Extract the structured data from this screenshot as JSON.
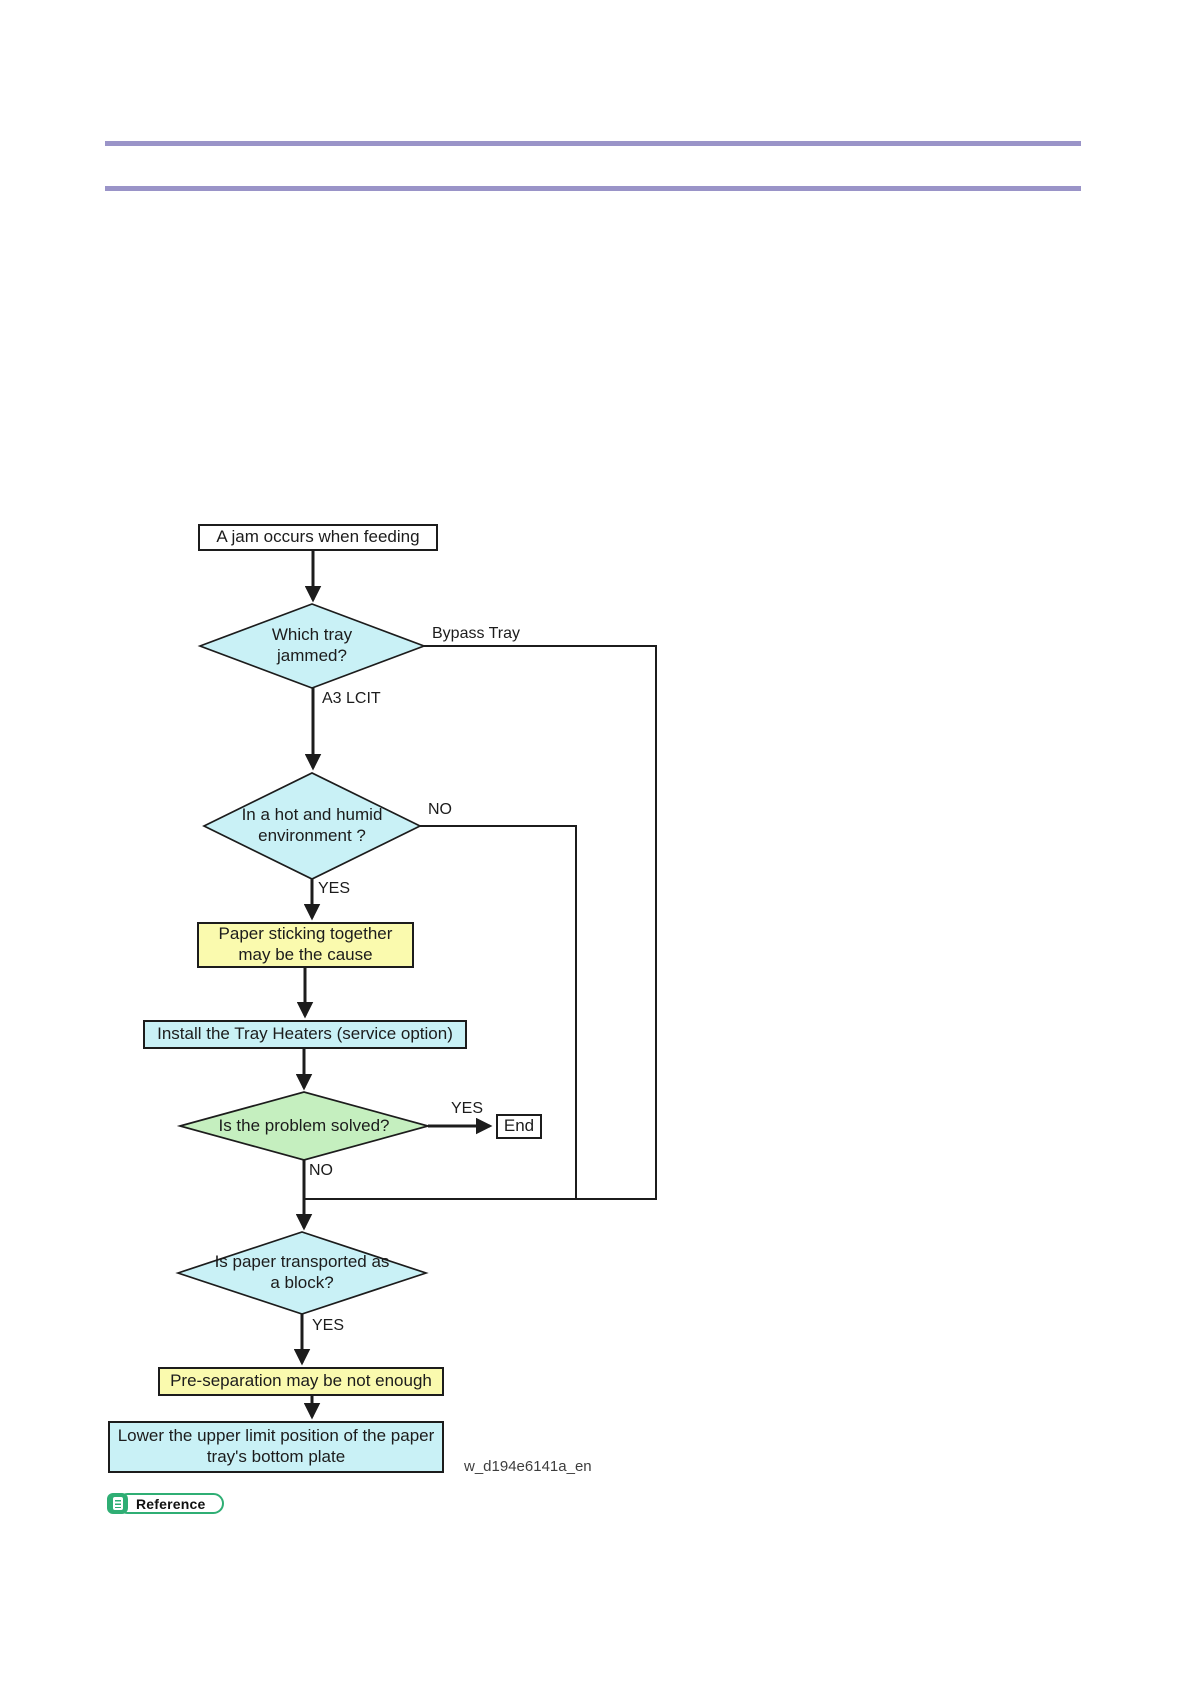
{
  "page": {
    "background": "#ffffff",
    "header_rule_color": "#9a94c8"
  },
  "flowchart": {
    "colors": {
      "decision_fill": "#c9f1f6",
      "process_cyan_fill": "#c9f1f6",
      "cause_yellow_fill": "#fafaae",
      "solved_decision_fill": "#c5efbf",
      "terminator_fill": "#ffffff",
      "line_color": "#1c1c1c"
    },
    "nodes": {
      "start": {
        "text": "A jam occurs when feeding"
      },
      "which_tray": {
        "line1": "Which tray",
        "line2": "jammed?"
      },
      "hot_humid": {
        "line1": "In a hot and humid",
        "line2": "environment ?"
      },
      "paper_sticking": {
        "line1": "Paper sticking together",
        "line2": "may be the cause"
      },
      "install_heaters": {
        "text": "Install the Tray Heaters (service option)"
      },
      "problem_solved": {
        "text": "Is the problem solved?"
      },
      "end": {
        "text": "End"
      },
      "paper_block": {
        "line1": "Is paper transported as",
        "line2": "a block?"
      },
      "pre_separation": {
        "text": "Pre-separation may be not enough"
      },
      "lower_plate": {
        "line1": "Lower the upper limit position of the paper",
        "line2": "tray's bottom plate"
      }
    },
    "edge_labels": {
      "bypass_tray": "Bypass Tray",
      "a3_lcit": "A3 LCIT",
      "hot_humid_no": "NO",
      "hot_humid_yes": "YES",
      "solved_yes": "YES",
      "solved_no": "NO",
      "block_yes": "YES"
    },
    "watermark": "w_d194e6141a_en"
  },
  "footer": {
    "reference_label": "Reference",
    "badge_color": "#2fae74"
  }
}
